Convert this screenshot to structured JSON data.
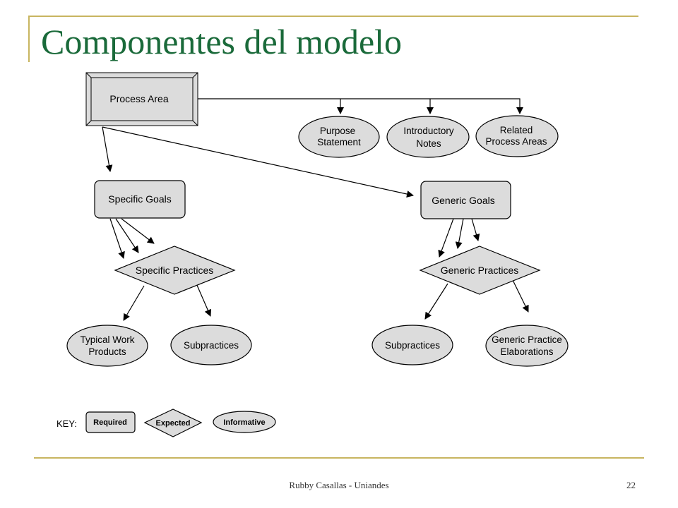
{
  "slide": {
    "title": "Componentes del modelo",
    "footer": "Rubby Casallas - Uniandes",
    "page_number": "22"
  },
  "colors": {
    "title": "#1a6a3a",
    "frame": "#c8b560",
    "node_fill": "#dcdcdc",
    "outline": "#000000"
  },
  "diagram": {
    "nodes": {
      "process_area": "Process Area",
      "purpose_statement": [
        "Purpose",
        "Statement"
      ],
      "introductory_notes": [
        "Introductory",
        "Notes"
      ],
      "related_process_areas": [
        "Related",
        "Process Areas"
      ],
      "specific_goals": "Specific Goals",
      "generic_goals": "Generic Goals",
      "specific_practices": "Specific Practices",
      "generic_practices": "Generic Practices",
      "typical_work_products": [
        "Typical Work",
        "Products"
      ],
      "subpractices_specific": "Subpractices",
      "subpractices_generic": "Subpractices",
      "generic_practice_elaborations": [
        "Generic Practice",
        "Elaborations"
      ]
    },
    "key": {
      "label": "KEY:",
      "required": "Required",
      "expected": "Expected",
      "informative": "Informative"
    }
  }
}
